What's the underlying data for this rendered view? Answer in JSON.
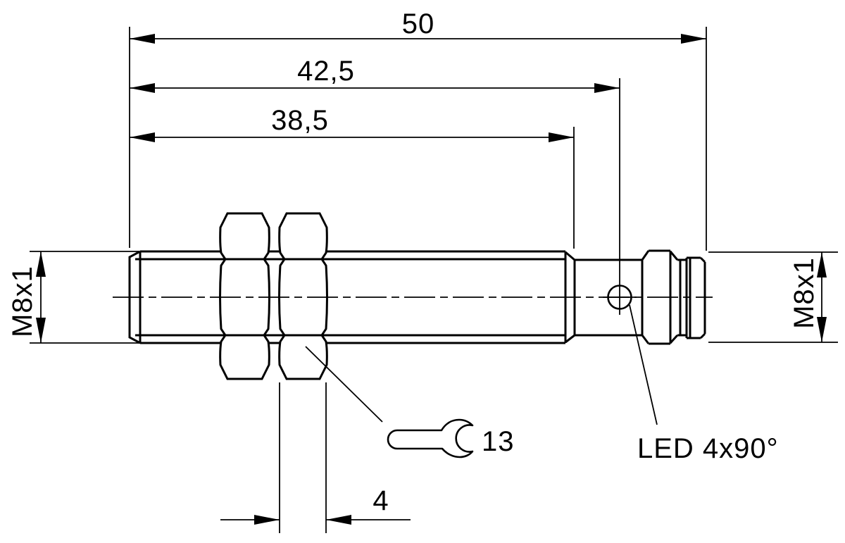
{
  "dimensions": {
    "overall_length": "50",
    "led_position": "42,5",
    "thread_length": "38,5",
    "nut_width": "4"
  },
  "labels": {
    "front_thread": "M8x1",
    "connector_thread": "M8x1",
    "wrench_size": "13",
    "led": "LED 4x90°"
  },
  "colors": {
    "line": "#000000",
    "background": "#ffffff"
  }
}
